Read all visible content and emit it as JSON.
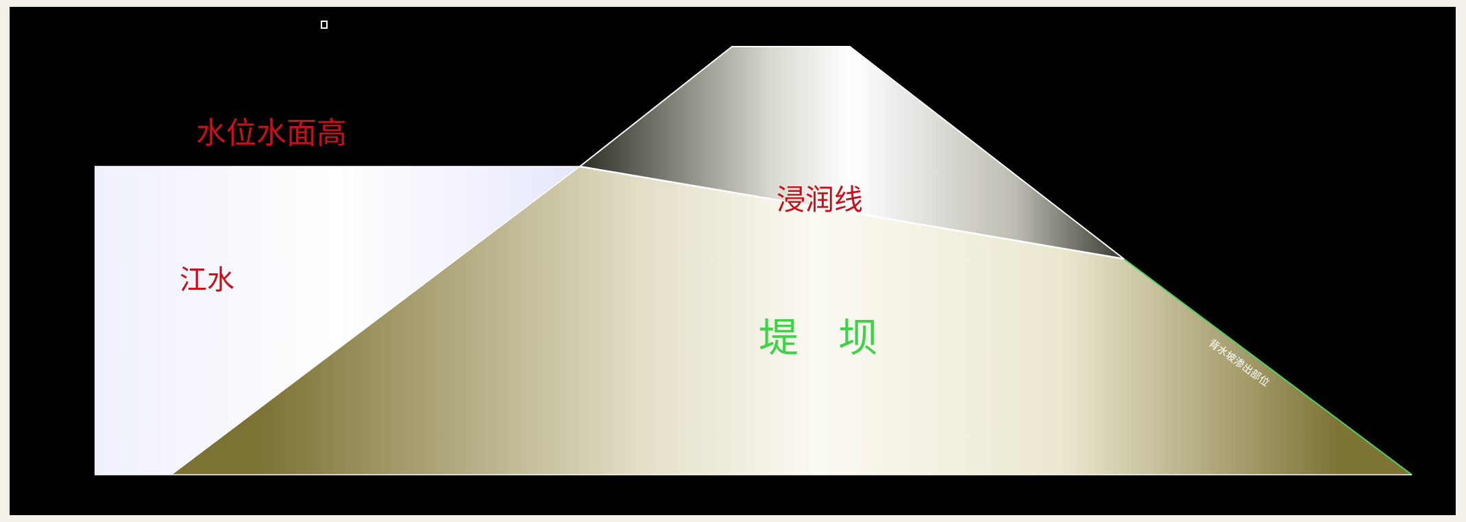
{
  "labels": {
    "water_level": "水位水面高",
    "river_water": "江水",
    "seepage_line": "浸润线",
    "embankment": "堤　坝",
    "seepage_exit": "背水坡渗出部位"
  },
  "colors": {
    "background": "#000000",
    "label_red": "#c8101a",
    "label_green": "#3fd14a",
    "water": "#e4e6fa",
    "dam_dark": "#7d7336",
    "slope_line": "#4ad65a"
  },
  "marker_icon": "small-square"
}
